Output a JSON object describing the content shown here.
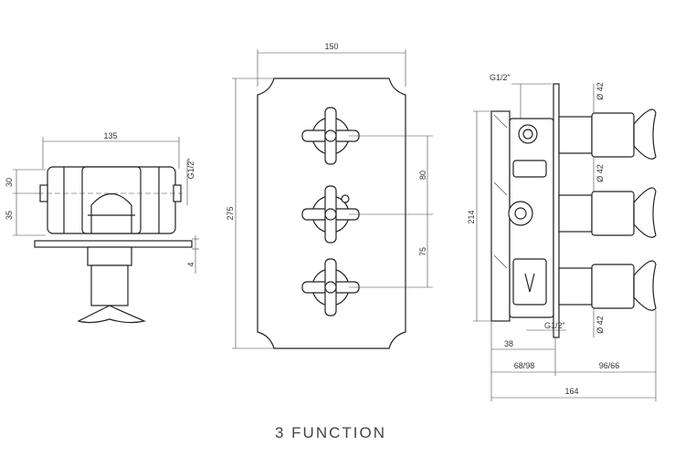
{
  "title": "3 FUNCTION",
  "side_view": {
    "width_dim": "135",
    "dim_top": "30",
    "dim_mid": "35",
    "thread": "G1/2\"",
    "plate_dim": "4"
  },
  "front_view": {
    "width_dim": "150",
    "height_dim": "275",
    "spacing_upper": "80",
    "spacing_lower": "75"
  },
  "section_view": {
    "thread_top": "G1/2\"",
    "thread_bottom": "G1/2\"",
    "dia_top": "Ø 42",
    "dia_mid": "Ø 42",
    "dia_bottom": "Ø 42",
    "height_dim": "214",
    "depth_dim": "38",
    "dim_left": "68/98",
    "dim_right": "96/66",
    "total_dim": "164"
  }
}
